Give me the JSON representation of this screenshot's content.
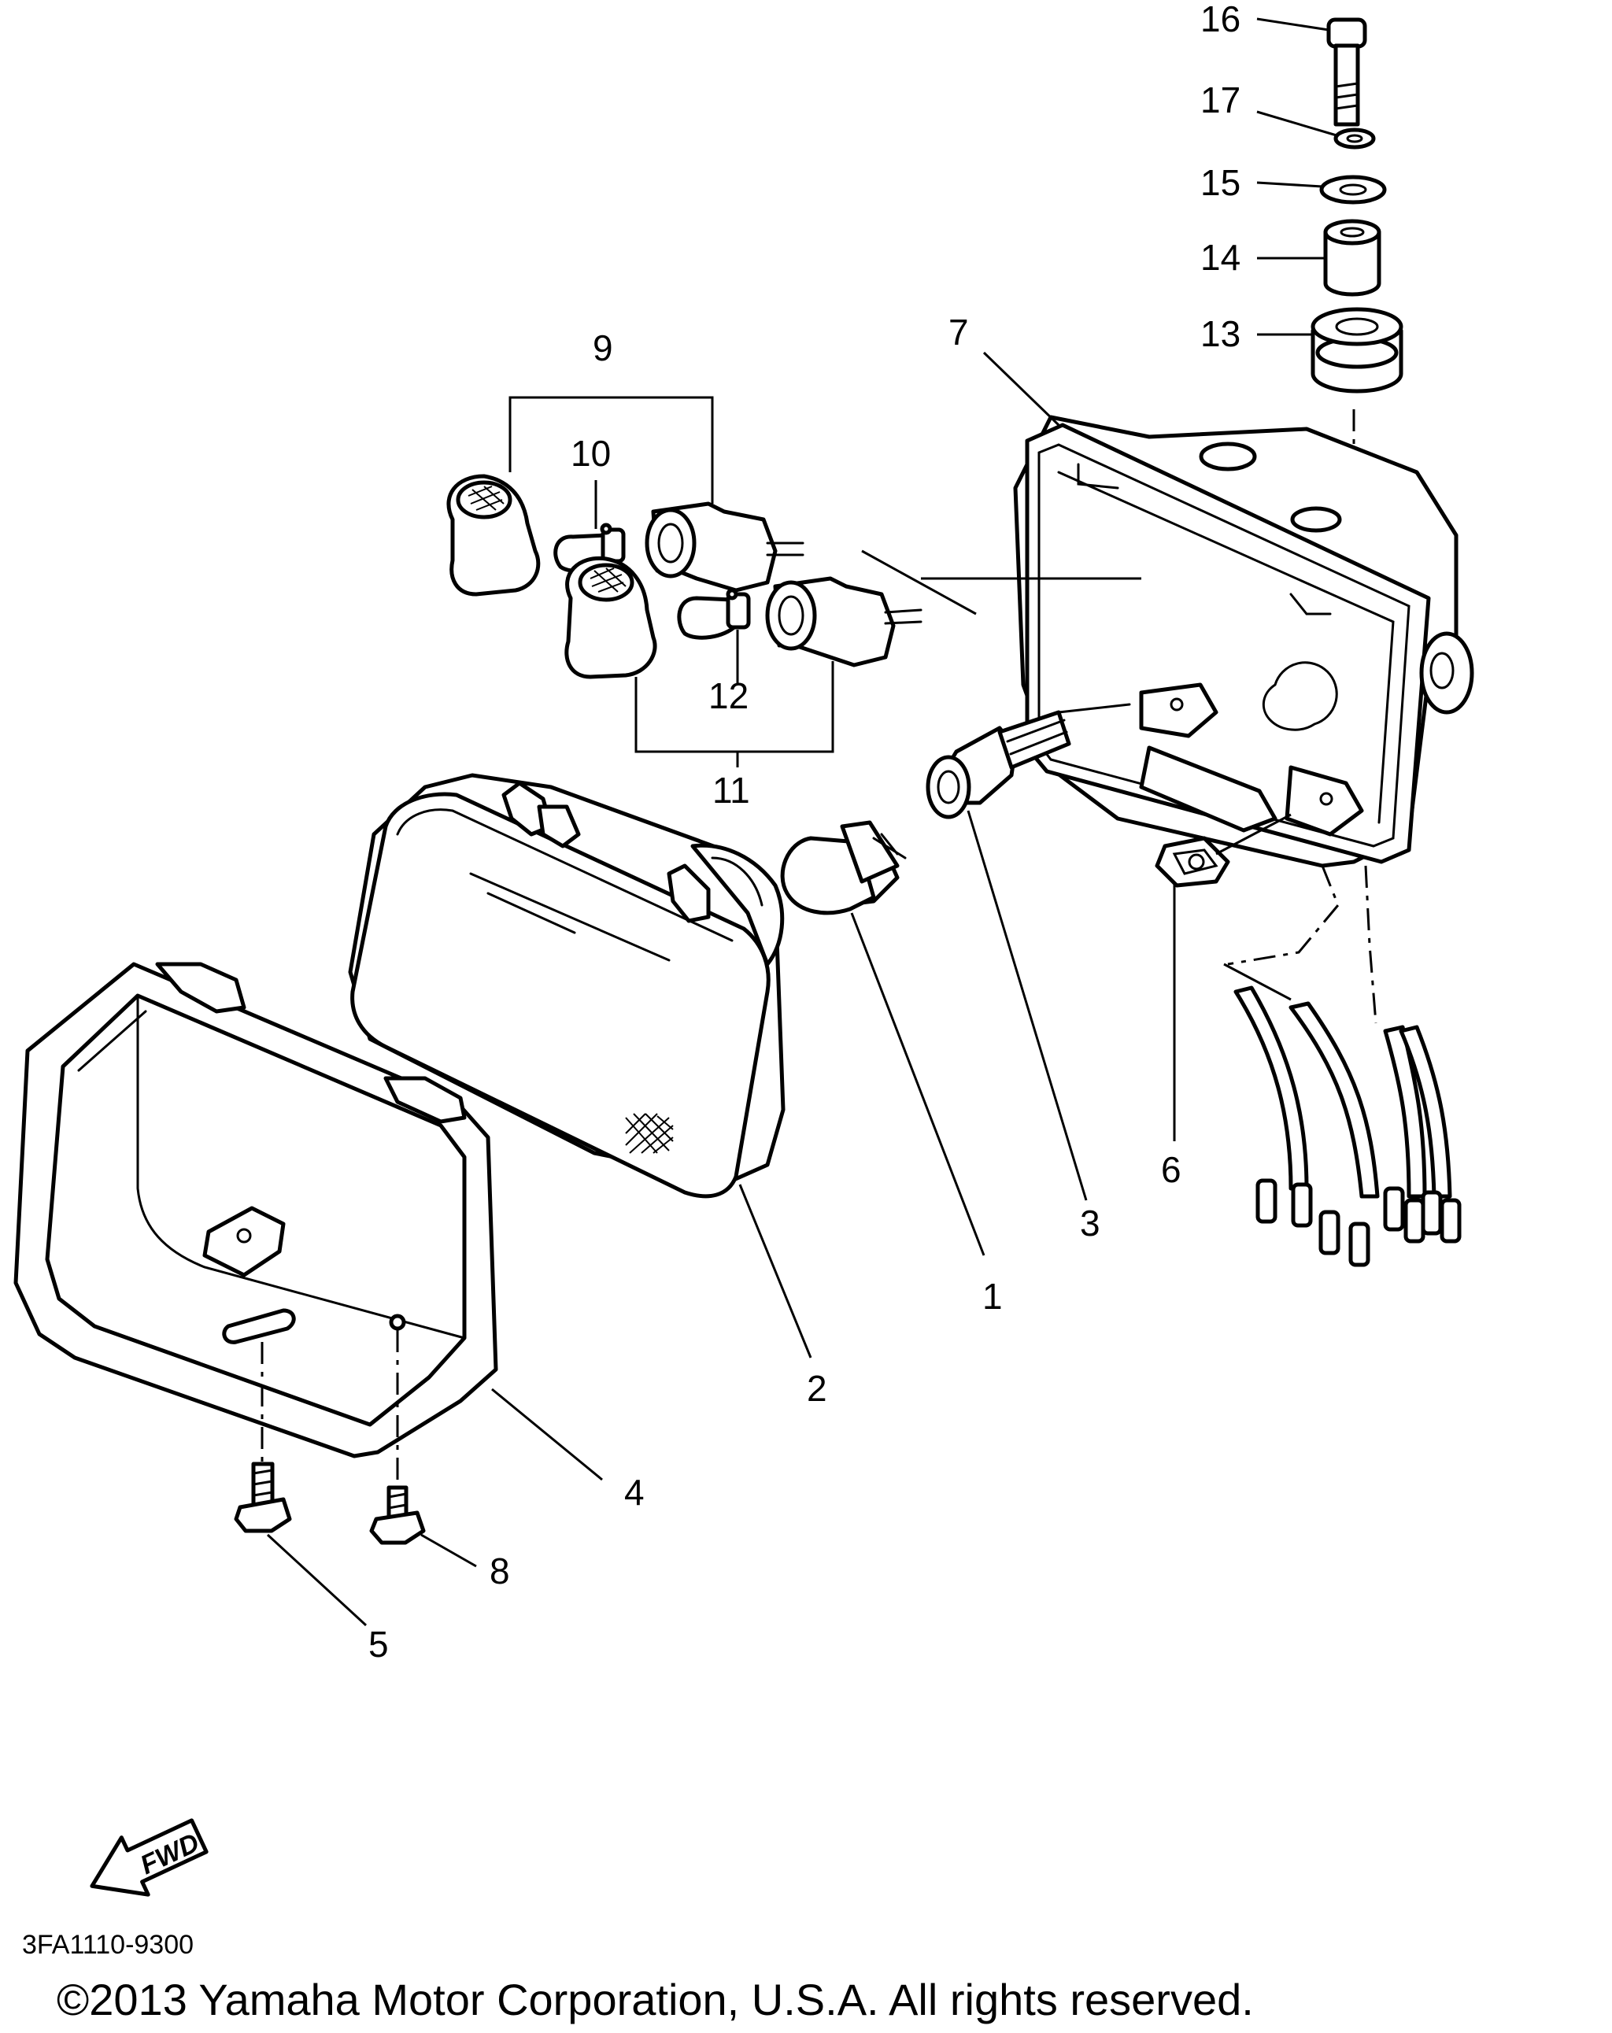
{
  "callouts": {
    "p1": "1",
    "p2": "2",
    "p3": "3",
    "p4": "4",
    "p5": "5",
    "p6": "6",
    "p7": "7",
    "p8": "8",
    "p9": "9",
    "p10": "10",
    "p11": "11",
    "p12": "12",
    "p13": "13",
    "p14": "14",
    "p15": "15",
    "p16": "16",
    "p17": "17"
  },
  "fwd_label": "FWD",
  "diagram_code": "3FA1110-9300",
  "copyright": "©2013 Yamaha Motor Corporation, U.S.A. All rights reserved."
}
